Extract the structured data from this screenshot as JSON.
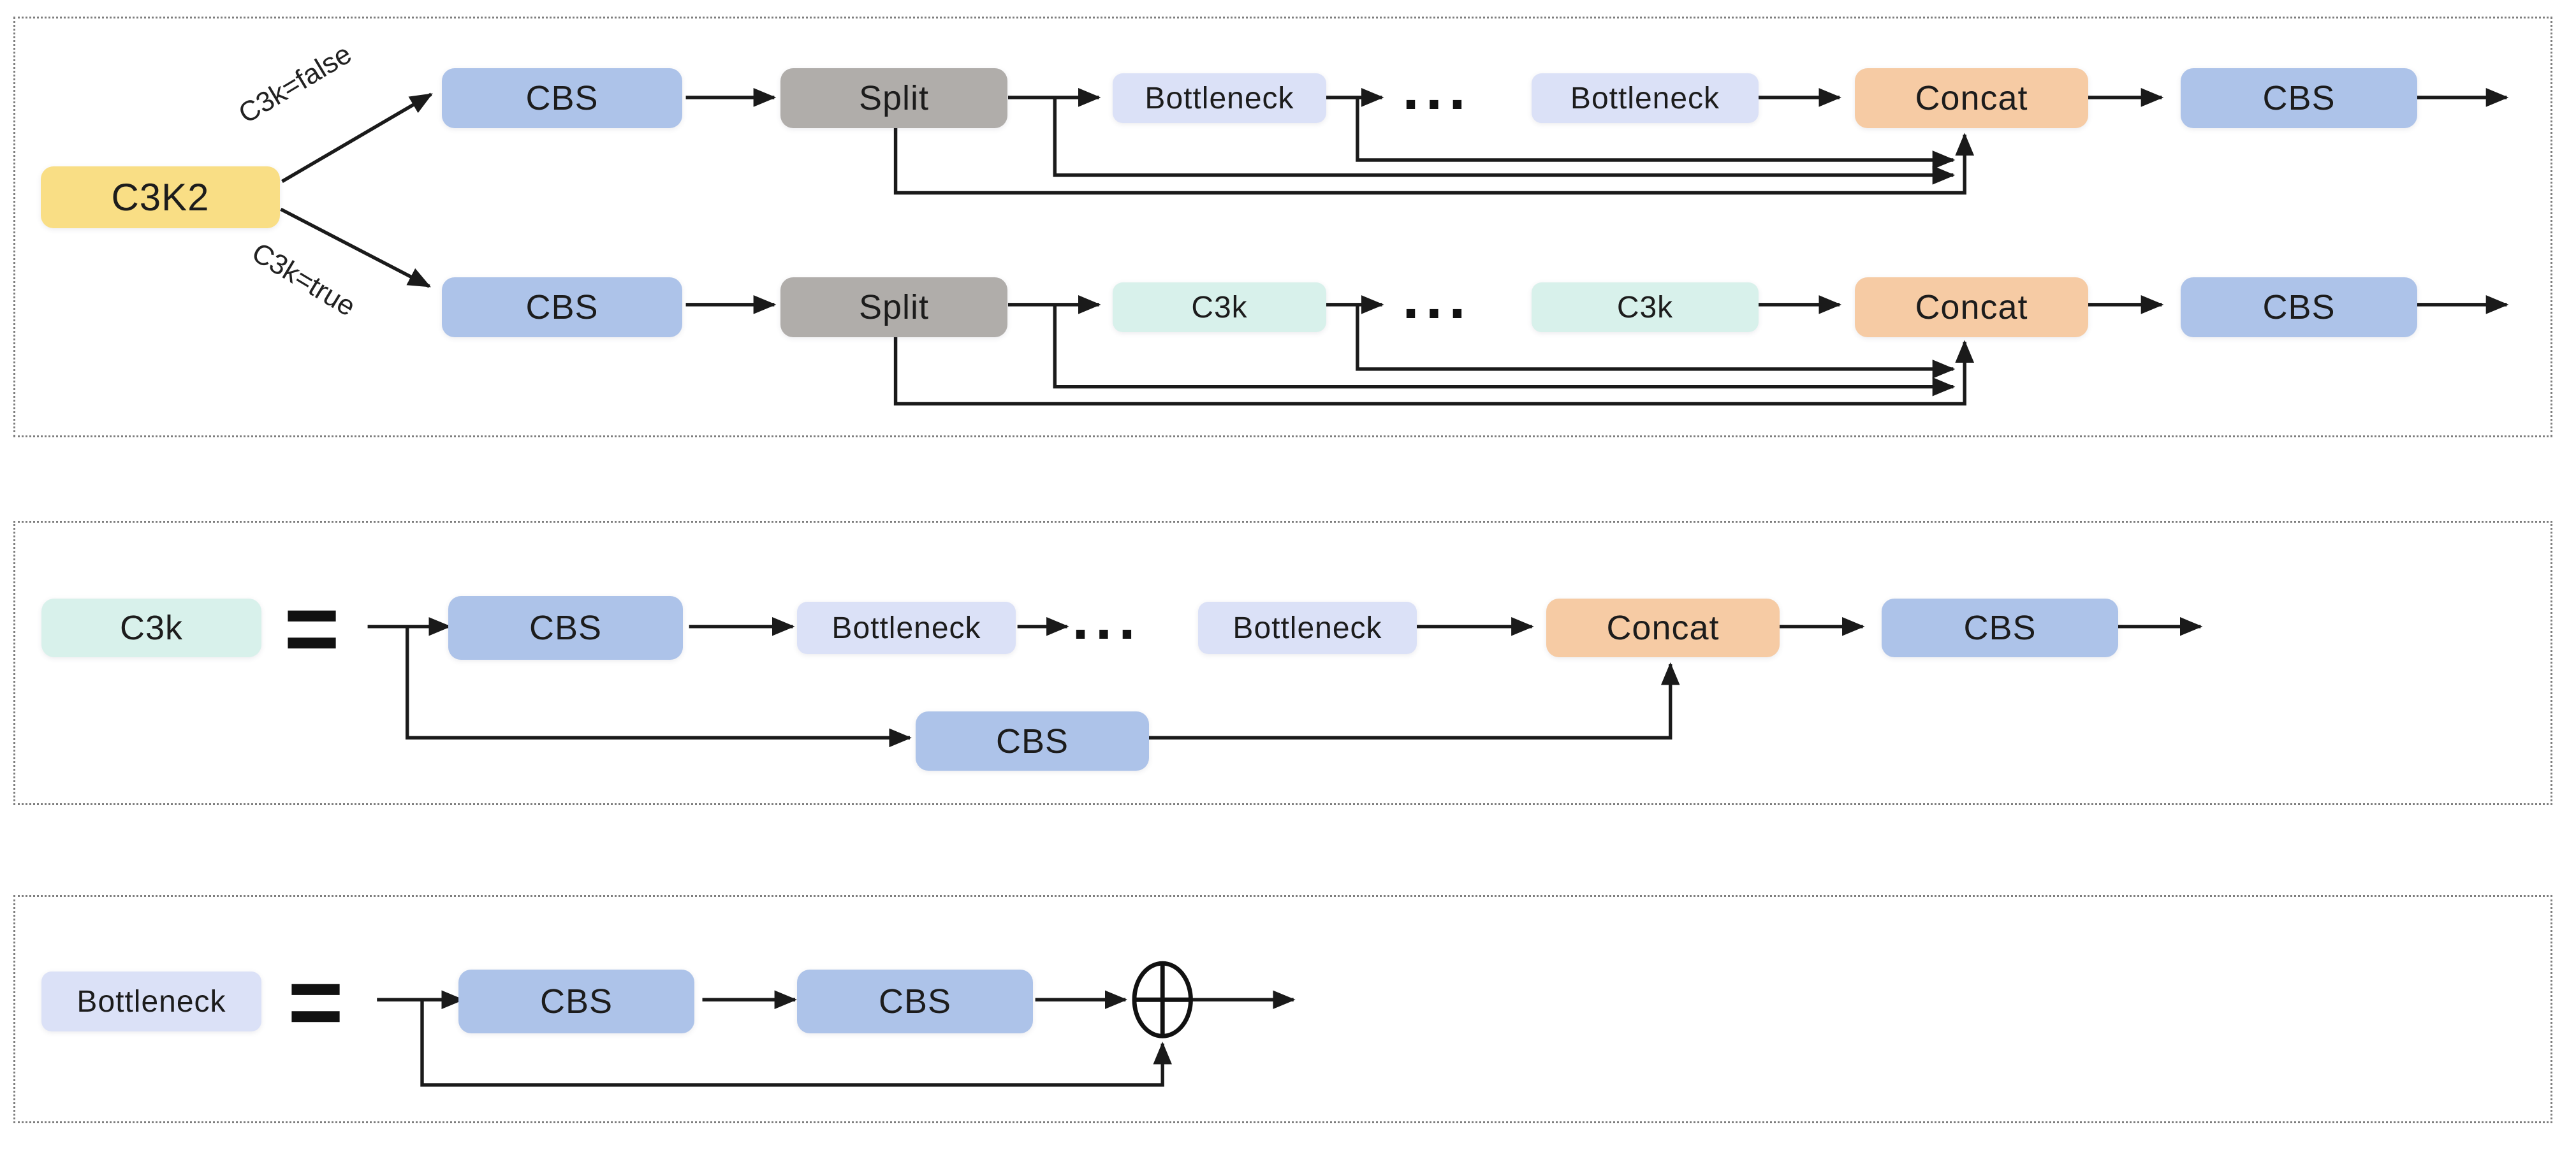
{
  "p1": {
    "c3k2": "C3K2",
    "branch_false": "C3k=false",
    "branch_true": "C3k=true",
    "rf": {
      "cbs_in": "CBS",
      "split": "Split",
      "b1": "Bottleneck",
      "dots": "...",
      "b2": "Bottleneck",
      "concat": "Concat",
      "cbs_out": "CBS"
    },
    "rt": {
      "cbs_in": "CBS",
      "split": "Split",
      "b1": "C3k",
      "dots": "...",
      "b2": "C3k",
      "concat": "Concat",
      "cbs_out": "CBS"
    }
  },
  "p2": {
    "title": "C3k",
    "eq": "=",
    "cbs_in": "CBS",
    "b1": "Bottleneck",
    "dots": "...",
    "b2": "Bottleneck",
    "concat": "Concat",
    "cbs_out": "CBS",
    "shortcut_cbs": "CBS"
  },
  "p3": {
    "title": "Bottleneck",
    "eq": "=",
    "cbs1": "CBS",
    "cbs2": "CBS"
  },
  "icons": {
    "add_operator": "circle-plus-icon",
    "ellipsis": "dots"
  },
  "colors": {
    "c3k2_yellow": "#F9DE85",
    "cbs_blue": "#ADC3E9",
    "split_gray": "#B0ADAA",
    "bottleneck_lavender": "#DBE1F7",
    "c3k_mint": "#D8F1EB",
    "concat_peach": "#F6CBA4",
    "line_black": "#1A1A1A",
    "panel_border_gray": "#7E7E7E"
  }
}
